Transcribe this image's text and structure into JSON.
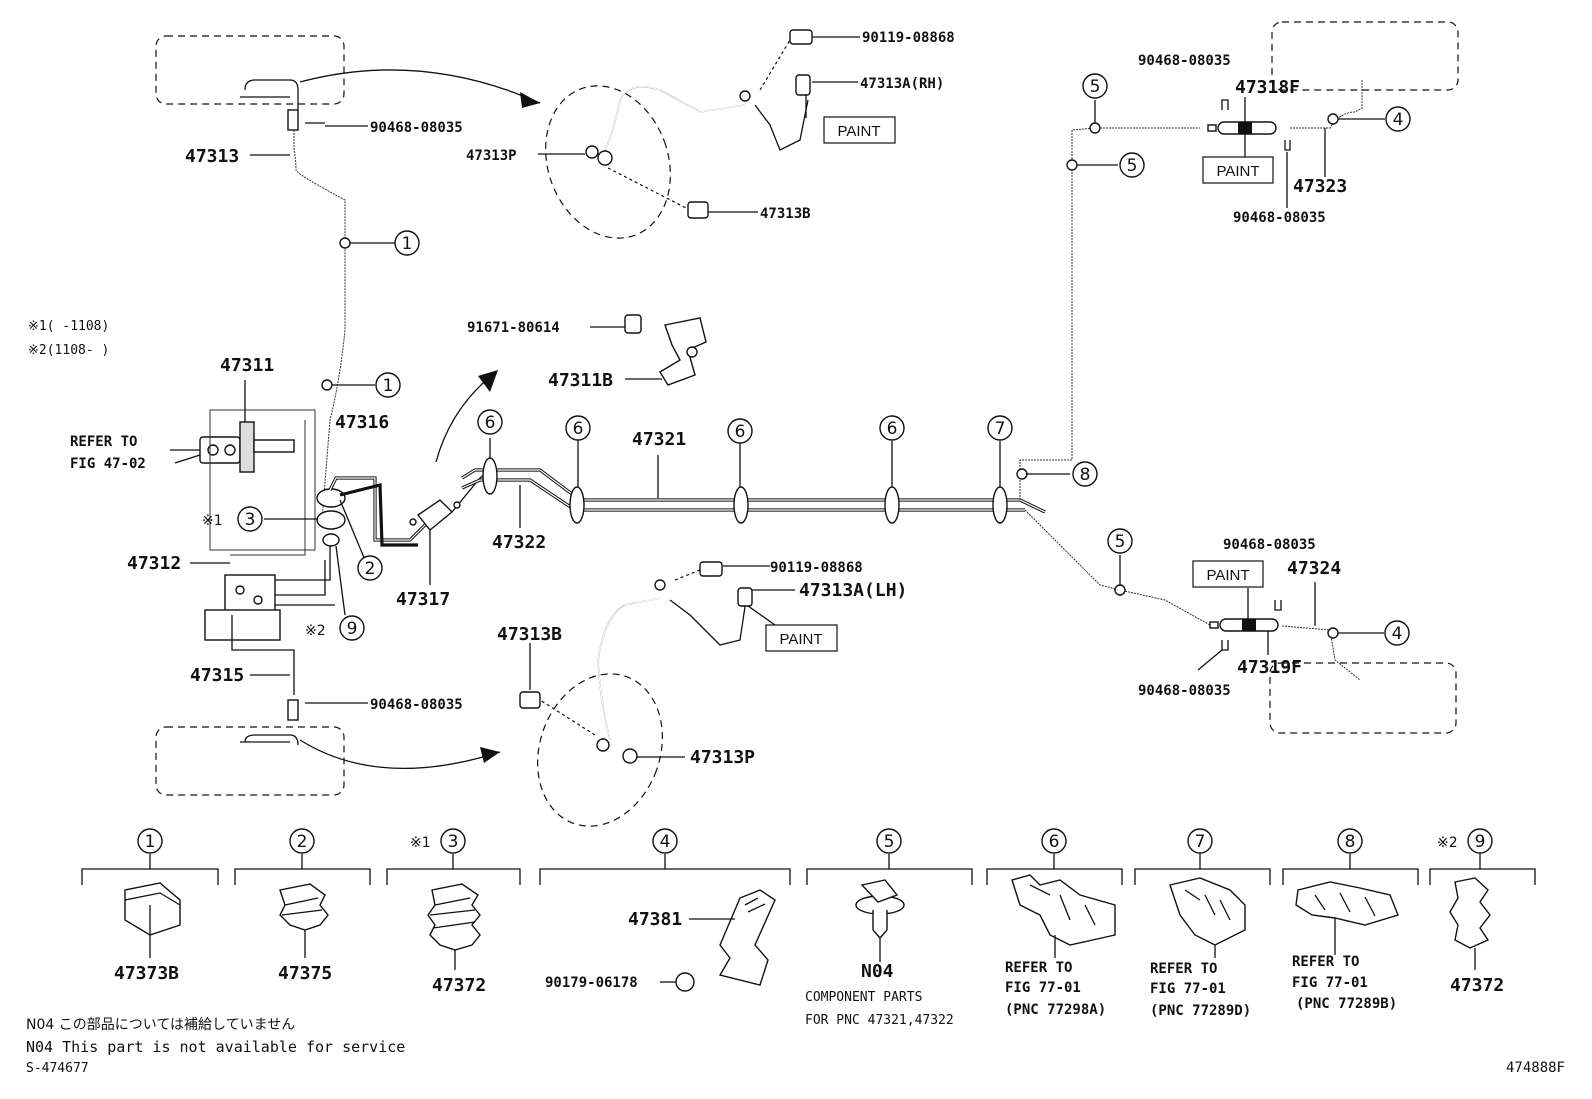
{
  "labels": {
    "p47313": "47313",
    "p90468_top": "90468-08035",
    "p47313P_top": "47313P",
    "p90119_top": "90119-08868",
    "p47313A_RH": "47313A(RH)",
    "p47313B_top": "47313B",
    "paint1": "PAINT",
    "p90468_r1": "90468-08035",
    "p47318F": "47318F",
    "paint2": "PAINT",
    "p47323": "47323",
    "p90468_r2": "90468-08035",
    "note1": "※1(    -1108)",
    "note2": "※2(1108-     )",
    "p91671": "91671-80614",
    "p47311B": "47311B",
    "p47311": "47311",
    "refer_47_a": "REFER TO",
    "refer_47_b": "FIG 47-02",
    "p47316": "47316",
    "p47321": "47321",
    "mark1_3": "※1",
    "p47322": "47322",
    "p47312": "47312",
    "p47317": "47317",
    "mark2_9": "※2",
    "p90119_bot": "90119-08868",
    "p47313A_LH": "47313A(LH)",
    "paint3": "PAINT",
    "p47313B_bot": "47313B",
    "p47315": "47315",
    "p90468_bot": "90468-08035",
    "p47313P_bot": "47313P",
    "p90468_r3": "90468-08035",
    "paint4": "PAINT",
    "p47324": "47324",
    "p47319F": "47319F",
    "p90468_r4": "90468-08035",
    "legend_mark3": "※1",
    "legend_mark9": "※2",
    "p47373B": "47373B",
    "p47375": "47375",
    "p47372a": "47372",
    "p47381": "47381",
    "p90179": "90179-06178",
    "n04": "N04",
    "comp1": "COMPONENT PARTS",
    "comp2": "FOR PNC 47321,47322",
    "ref6a": "REFER TO",
    "ref6b": "FIG 77-01",
    "ref6c": "(PNC 77298A)",
    "ref7a": "REFER TO",
    "ref7b": "FIG 77-01",
    "ref7c": "(PNC 77289D)",
    "ref8a": "REFER TO",
    "ref8b": "FIG 77-01",
    "ref8c": "(PNC 77289B)",
    "p47372b": "47372",
    "foot_jp": "N04 この部品については補給していません",
    "foot_en": "N04 This part is not available for service",
    "foot_s": "S-474677",
    "fig_code": "474888F"
  },
  "callouts": {
    "c1": "1",
    "c2": "2",
    "c3": "3",
    "c4": "4",
    "c5": "5",
    "c6": "6",
    "c7": "7",
    "c8": "8",
    "c9": "9"
  }
}
